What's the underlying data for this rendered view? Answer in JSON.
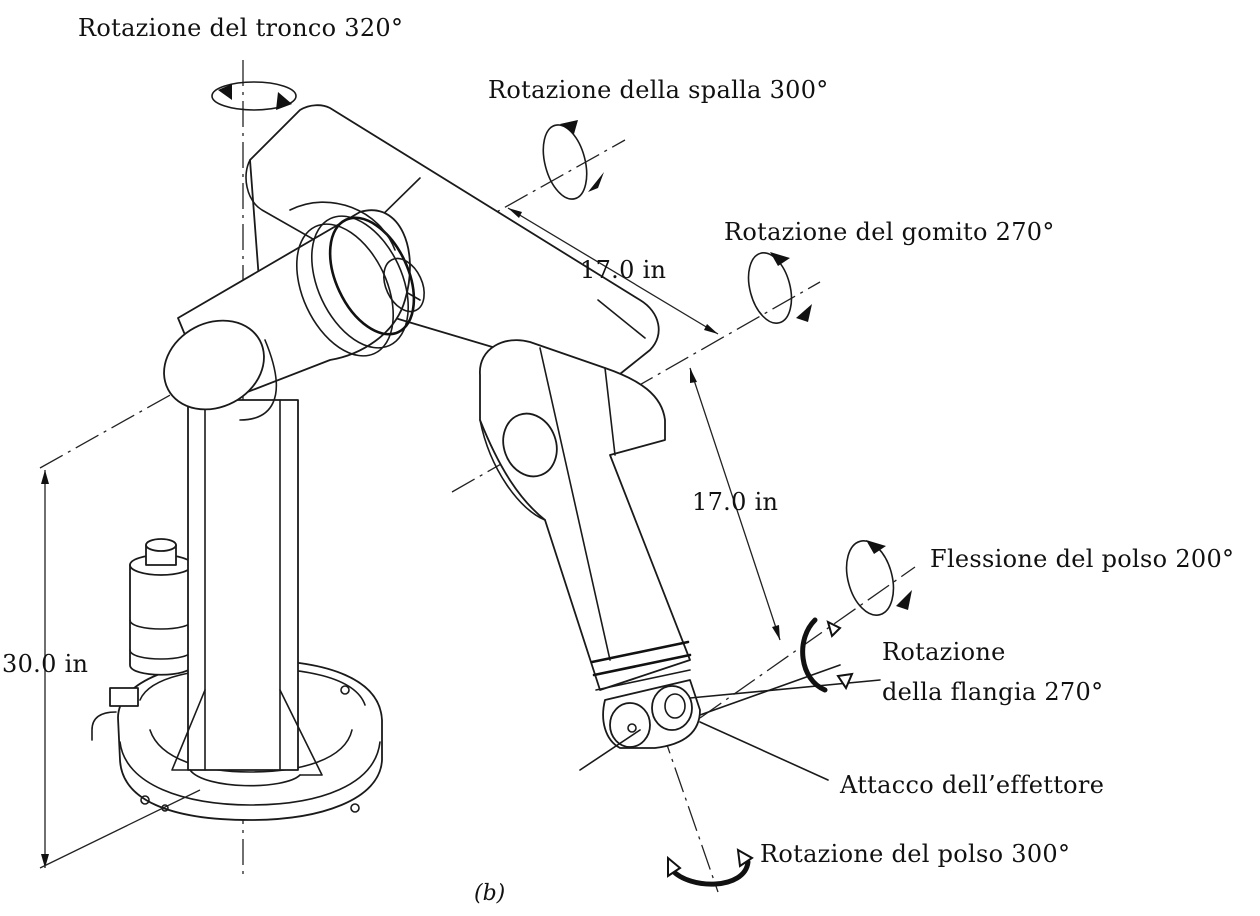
{
  "labels": {
    "trunk_rotation": "Rotazione del tronco 320°",
    "shoulder_rotation": "Rotazione della spalla 300°",
    "elbow_rotation": "Rotazione del gomito 270°",
    "upper_arm_length": "17.0 in",
    "forearm_length": "17.0 in",
    "wrist_flexion": "Flessione del polso 200°",
    "flange_rotation_line1": "Rotazione",
    "flange_rotation_line2": "della flangia 270°",
    "base_height": "30.0 in",
    "end_effector_mount": "Attacco dell’effettore",
    "wrist_rotation": "Rotazione del polso 300°",
    "caption": "(b)"
  }
}
